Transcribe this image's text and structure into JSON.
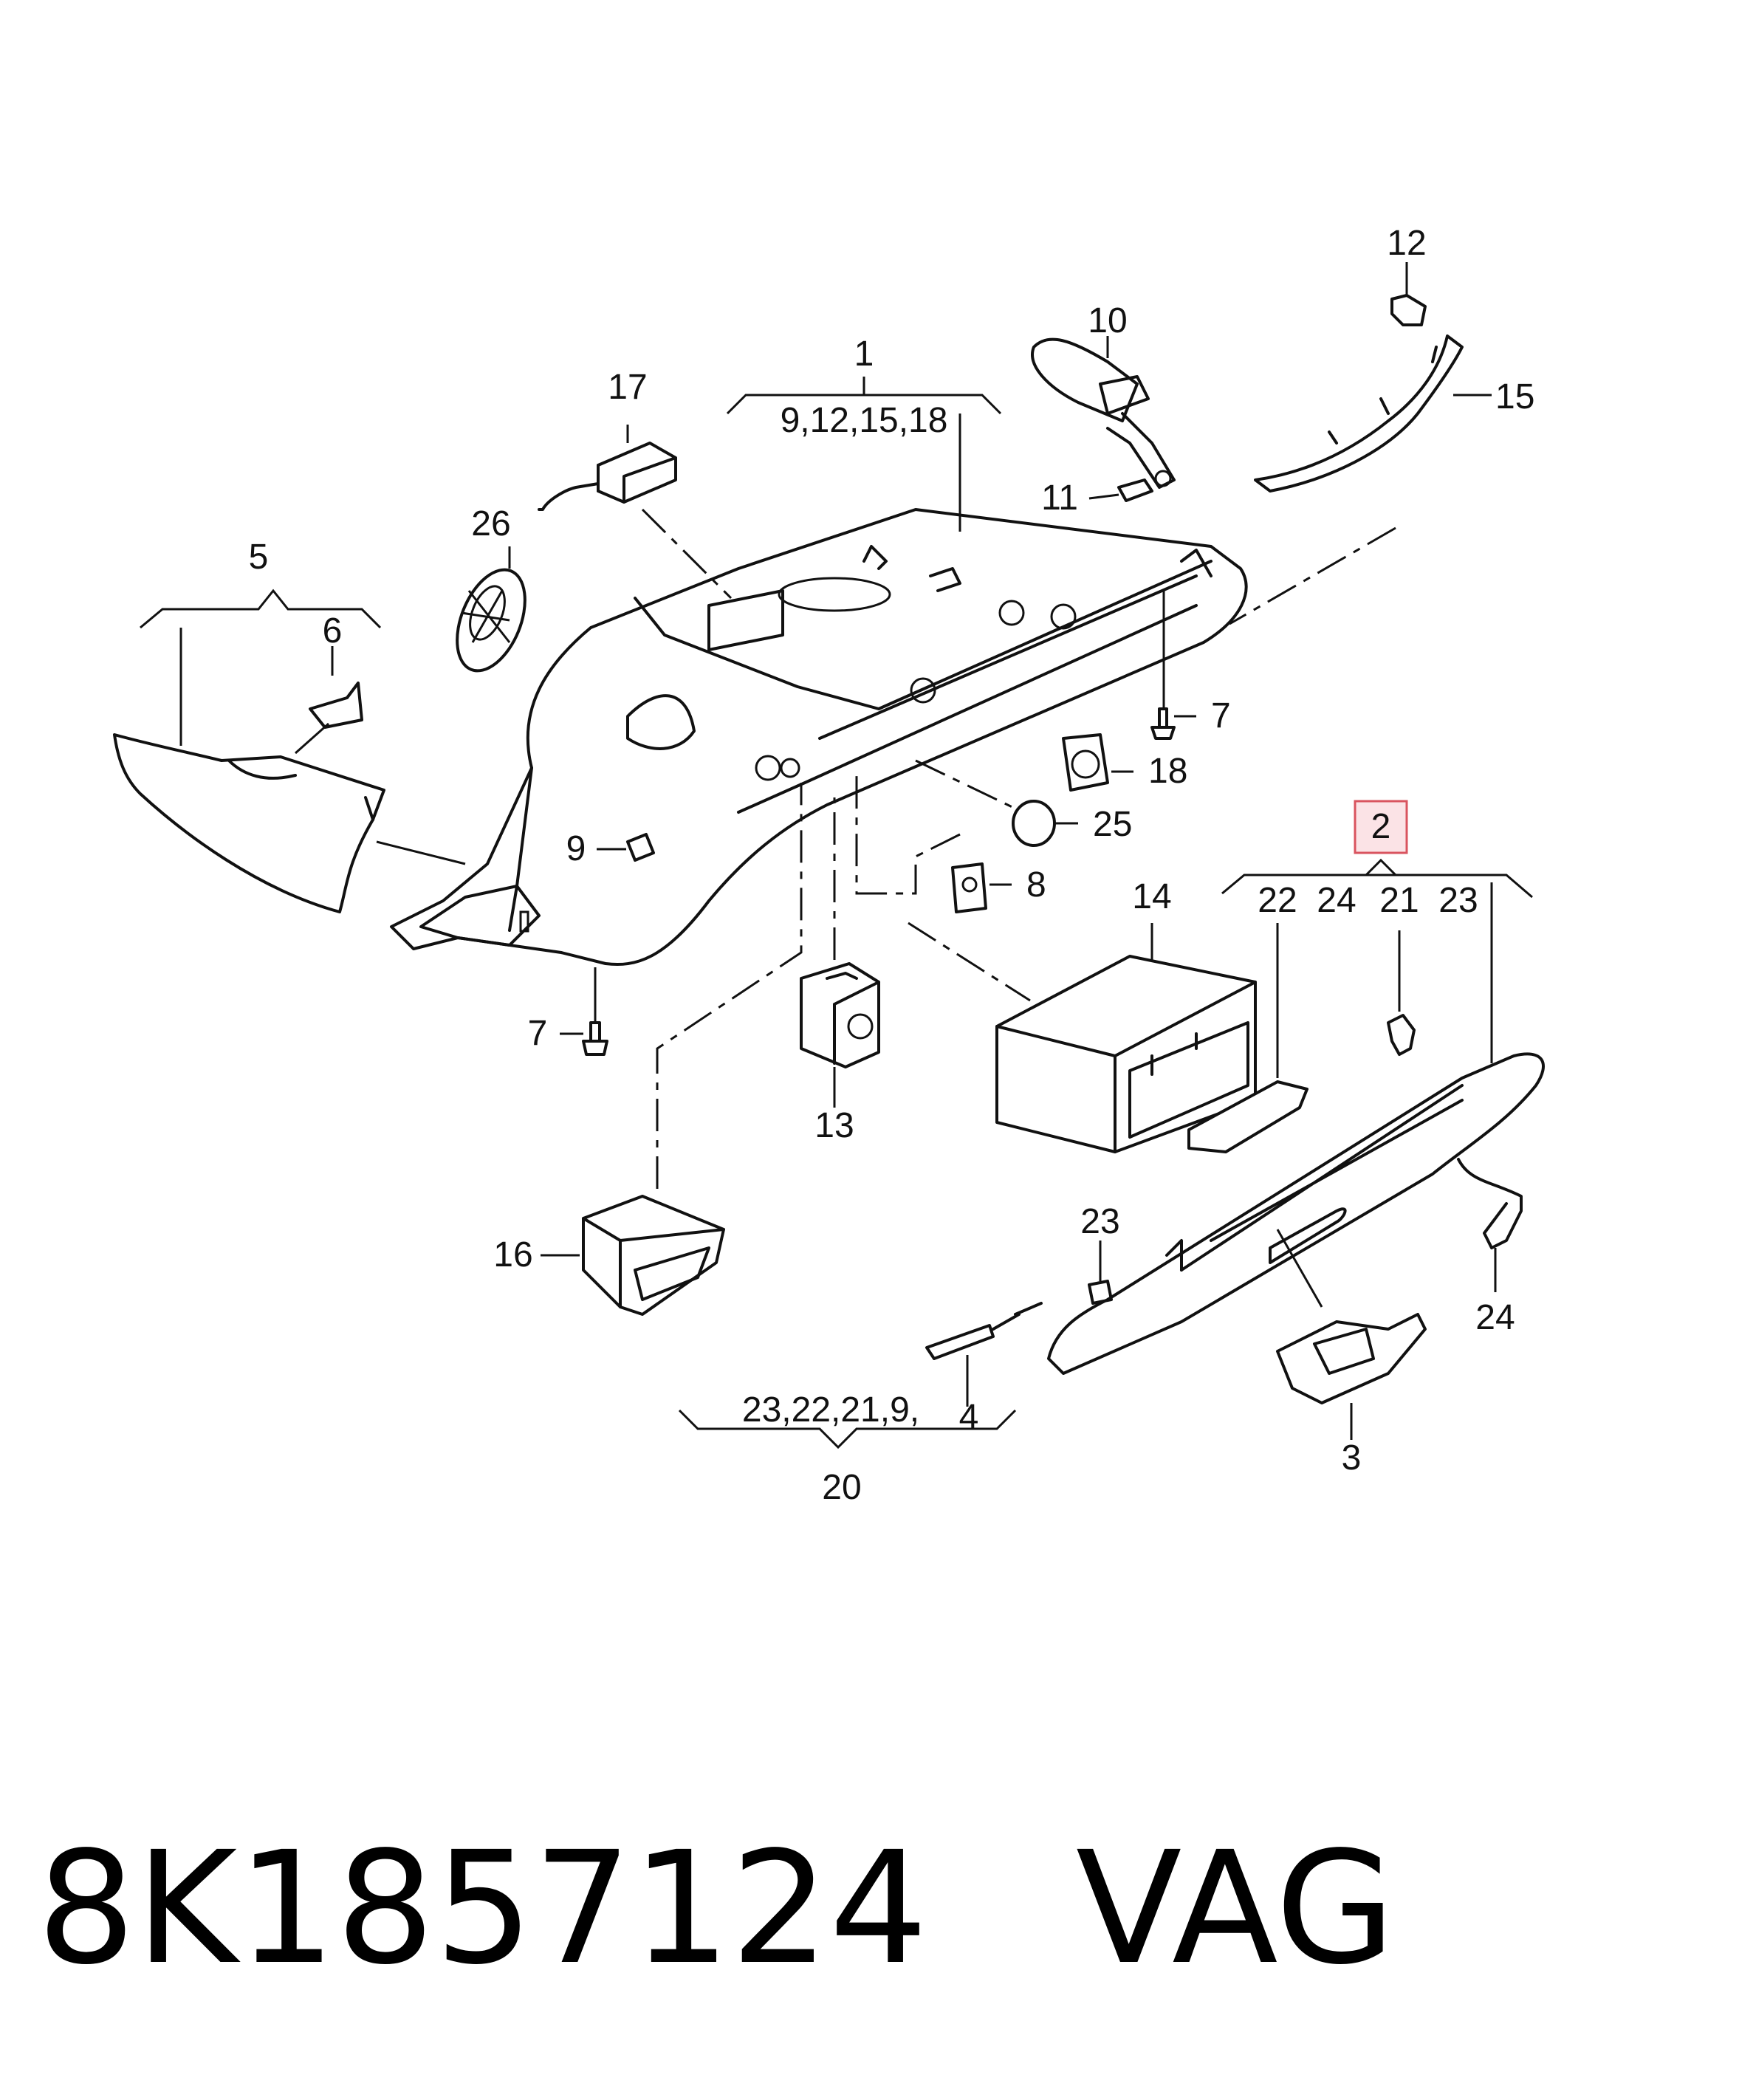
{
  "callouts": {
    "c1": "1",
    "c1_group": "9,12,15,18",
    "c2": "2",
    "c2_items": [
      "22",
      "24",
      "21",
      "23"
    ],
    "c3": "3",
    "c4": "4",
    "c5": "5",
    "c6": "6",
    "c7a": "7",
    "c7b": "7",
    "c8": "8",
    "c9": "9",
    "c10": "10",
    "c11": "11",
    "c12": "12",
    "c13": "13",
    "c14": "14",
    "c15": "15",
    "c16": "16",
    "c17": "17",
    "c18": "18",
    "c20": "20",
    "c20_group": "23,22,21,9,",
    "c21": "21",
    "c23": "23",
    "c24": "24",
    "c25": "25",
    "c26": "26"
  },
  "footer": {
    "part_number": "8K1857124",
    "brand": "VAG"
  },
  "highlight_color": "#d9545f"
}
